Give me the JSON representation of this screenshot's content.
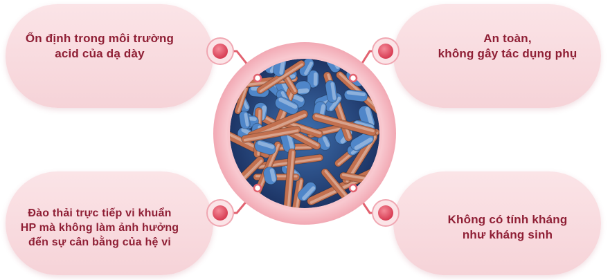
{
  "features": {
    "top_left": {
      "lines": [
        "Ổn định trong môi trường",
        "acid của dạ dày"
      ]
    },
    "top_right": {
      "lines": [
        "An toàn,",
        "không gây tác dụng phụ"
      ]
    },
    "bottom_left": {
      "lines": [
        "Đào thải trực tiếp vi khuẩn",
        "HP mà không làm ảnh hưởng",
        "đến sự cân bằng của hệ vi"
      ]
    },
    "bottom_right": {
      "lines": [
        "Không có tính kháng",
        "như kháng sinh"
      ]
    }
  },
  "colors": {
    "pill_bg": "#f6d3d8",
    "text": "#8f1f35",
    "connector": "#e2616f",
    "node": "#e34a5e",
    "ring": "#f5b6bf",
    "bacteria_blue": "#4f86c9",
    "bacteria_orange": "#c2704f"
  },
  "icons": {
    "center_image": "bacteria-microscope-image",
    "node": "connector-dot-icon"
  }
}
